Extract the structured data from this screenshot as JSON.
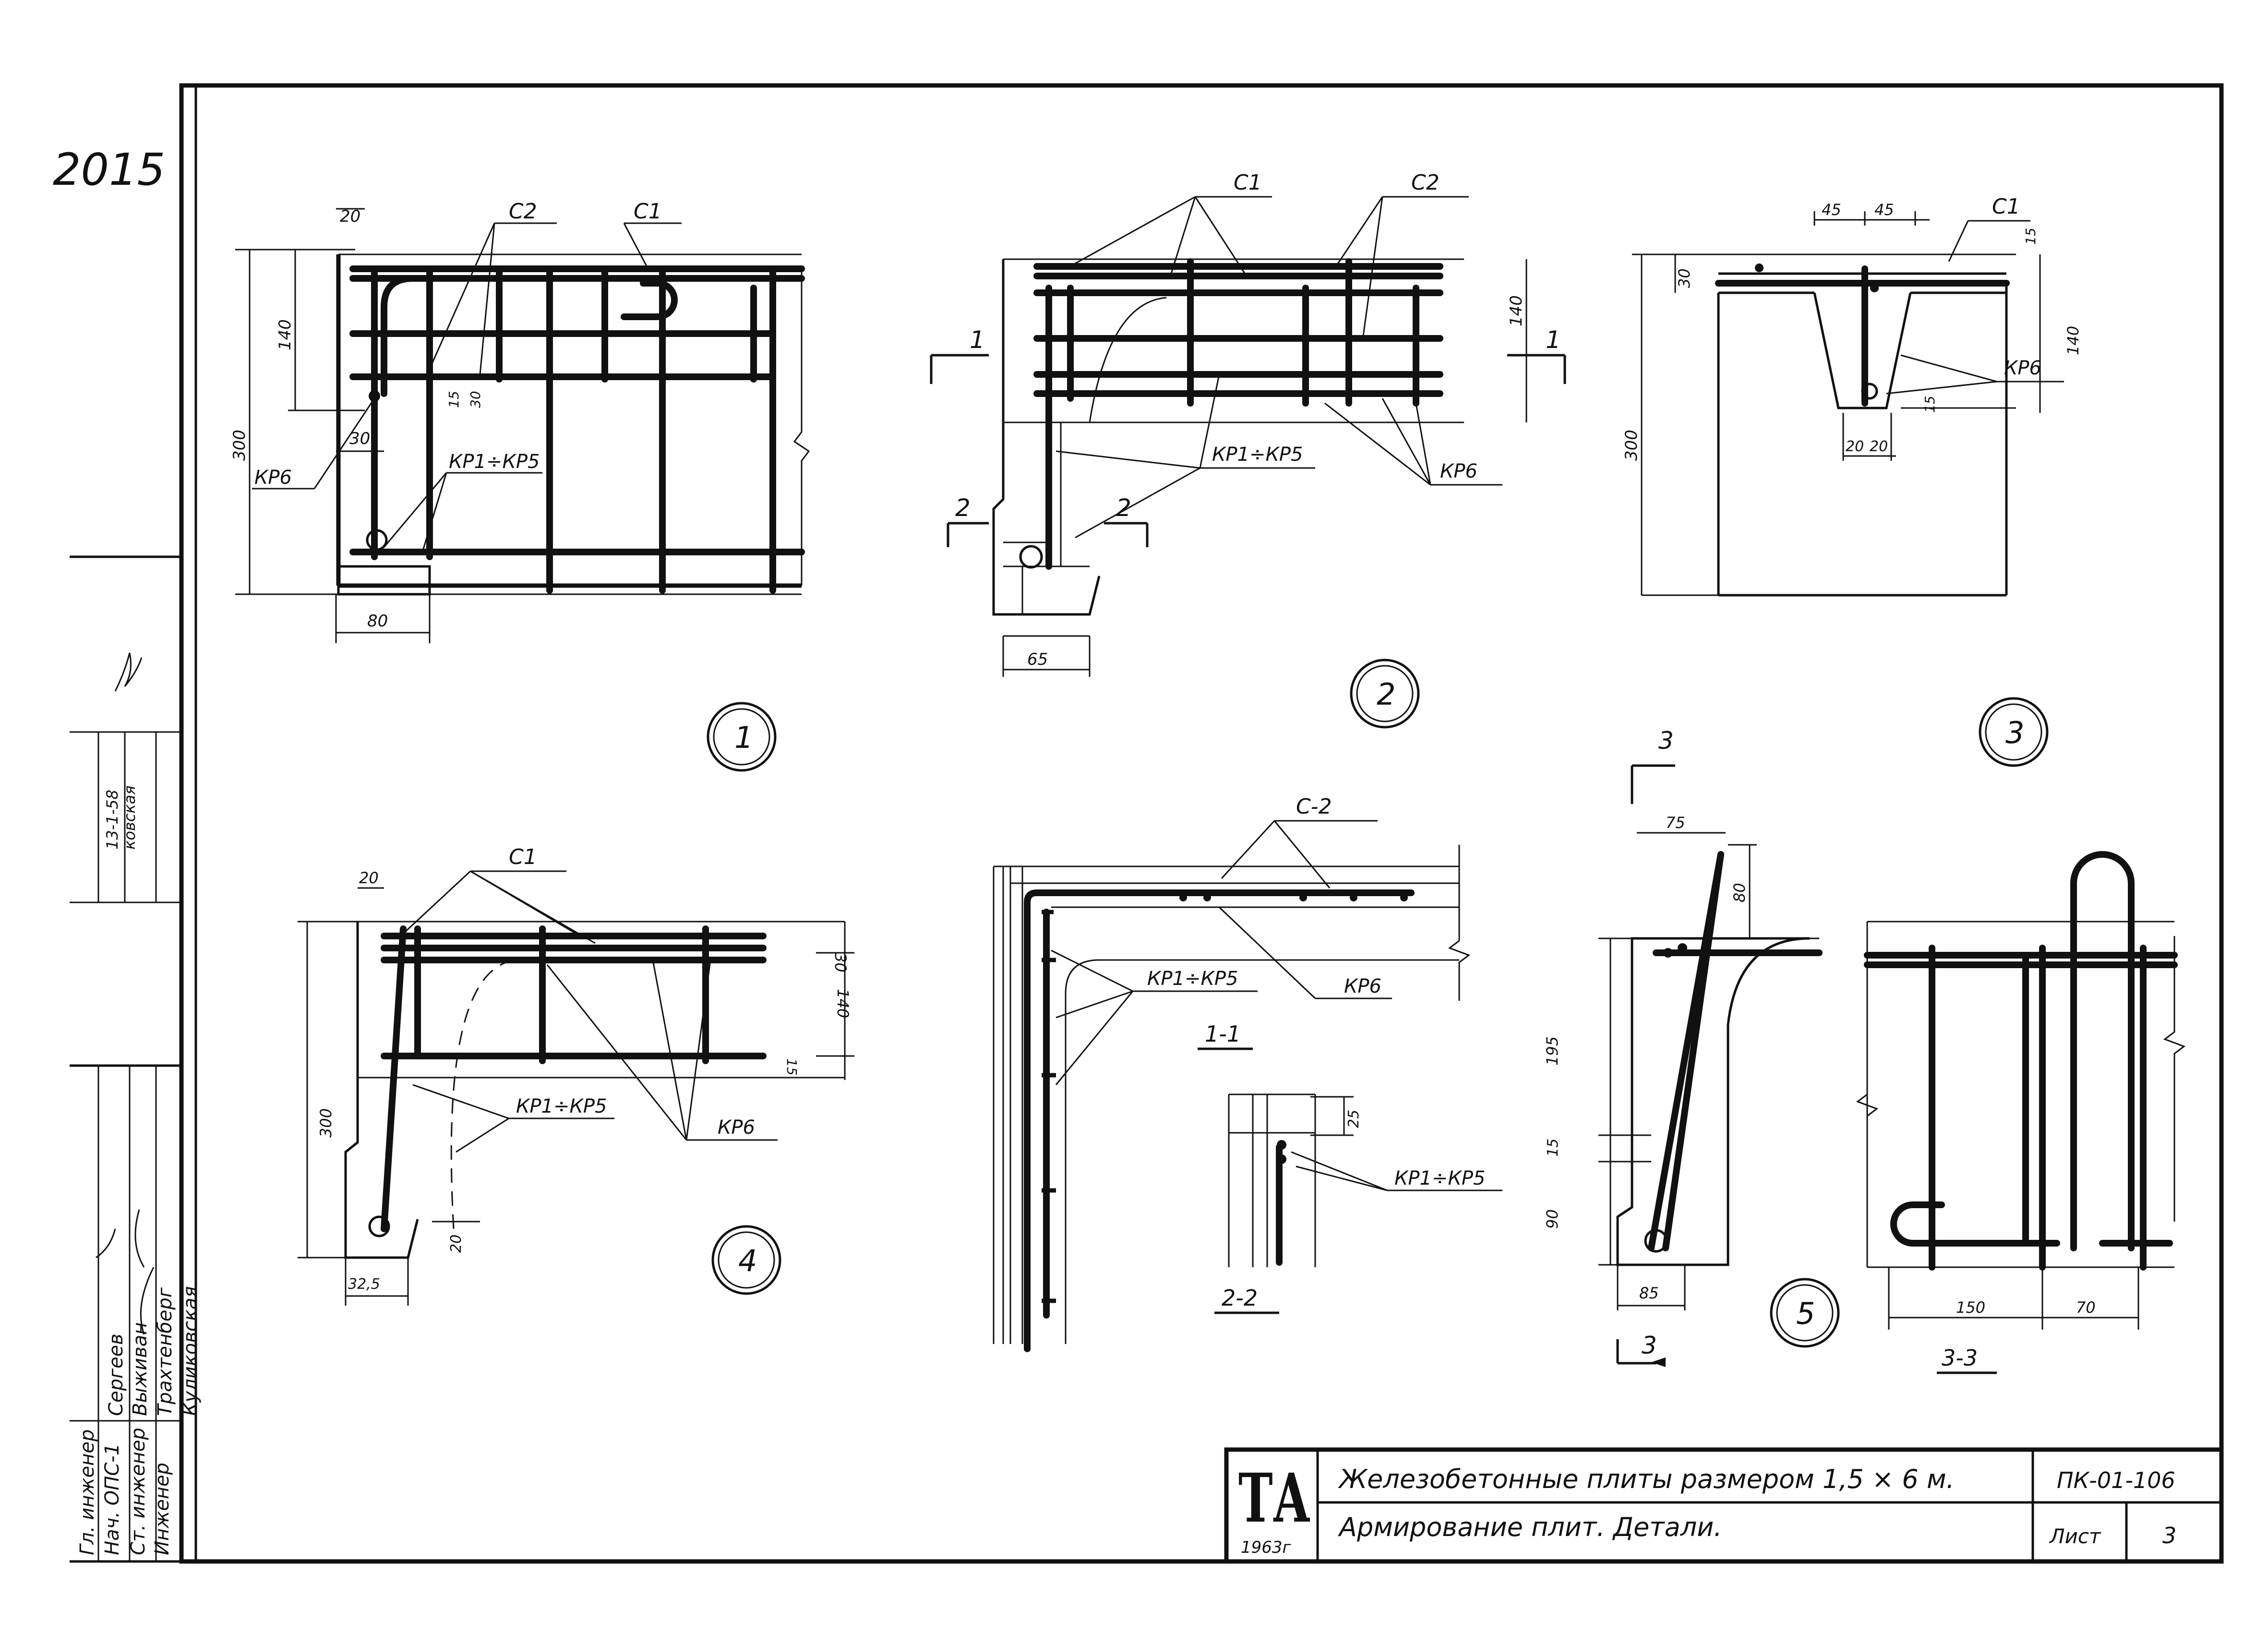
{
  "sheet": {
    "top_left_number": "2015",
    "logo_text": "ТА",
    "year": "1963г",
    "title_line1": "Железобетонные плиты размером 1,5 × 6 м.",
    "title_line2": "Армирование плит. Детали.",
    "series_code": "ПК-01-106",
    "sheet_label": "Лист",
    "sheet_number": "3"
  },
  "signatures": {
    "roles": [
      "Гл. инженер",
      "Нач. ОПС-1",
      "Ст. инженер",
      "Инженер"
    ],
    "names": [
      "Сергеев",
      "Выживан",
      "Трахтенберг",
      "Куликовская"
    ],
    "stamp_line1": "13-1-58",
    "stamp_line2": "ковская"
  },
  "details": {
    "d1": {
      "number": "1",
      "labels": {
        "c2": "С2",
        "c1": "С1",
        "kr6": "КР6",
        "kr15": "КР1÷КР5"
      },
      "dims": {
        "d20": "20",
        "d140": "140",
        "d300": "300",
        "d30": "30",
        "d80": "80",
        "d15": "15",
        "d30b": "30"
      }
    },
    "d2": {
      "number": "2",
      "labels": {
        "c1": "С1",
        "c2": "С2",
        "kr15": "КР1÷КР5",
        "kr6": "КР6"
      },
      "dims": {
        "d140": "140",
        "d65": "65"
      },
      "cuts": {
        "s1a": "1",
        "s1b": "1",
        "s2a": "2",
        "s2b": "2"
      }
    },
    "d3": {
      "number": "3",
      "labels": {
        "c1": "С1",
        "kr6": "КР6"
      },
      "dims": {
        "d45a": "45",
        "d45b": "45",
        "d30": "30",
        "d140": "140",
        "d15": "15",
        "d300": "300",
        "d20a": "20",
        "d20b": "20",
        "d15b": "15"
      }
    },
    "d4": {
      "number": "4",
      "labels": {
        "c1": "С1",
        "kr15": "КР1÷КР5",
        "kr6": "КР6"
      },
      "dims": {
        "d20": "20",
        "d30": "30",
        "d140": "140",
        "d300": "300",
        "d15": "15",
        "d20b": "20",
        "d325": "32,5"
      }
    },
    "s11": {
      "title": "1-1",
      "labels": {
        "c2": "С-2",
        "kr15": "КР1÷КР5",
        "kr6": "КР6"
      }
    },
    "s22": {
      "title": "2-2",
      "labels": {
        "kr15": "КР1÷КР5"
      },
      "dims": {
        "d25": "25"
      }
    },
    "d5": {
      "number": "5",
      "cut": "3",
      "cut2": "3",
      "dims": {
        "d75": "75",
        "d80": "80",
        "d195": "195",
        "d15": "15",
        "d90": "90",
        "d85": "85"
      }
    },
    "s33": {
      "title": "3-3",
      "dims": {
        "d150": "150",
        "d70": "70"
      }
    }
  }
}
